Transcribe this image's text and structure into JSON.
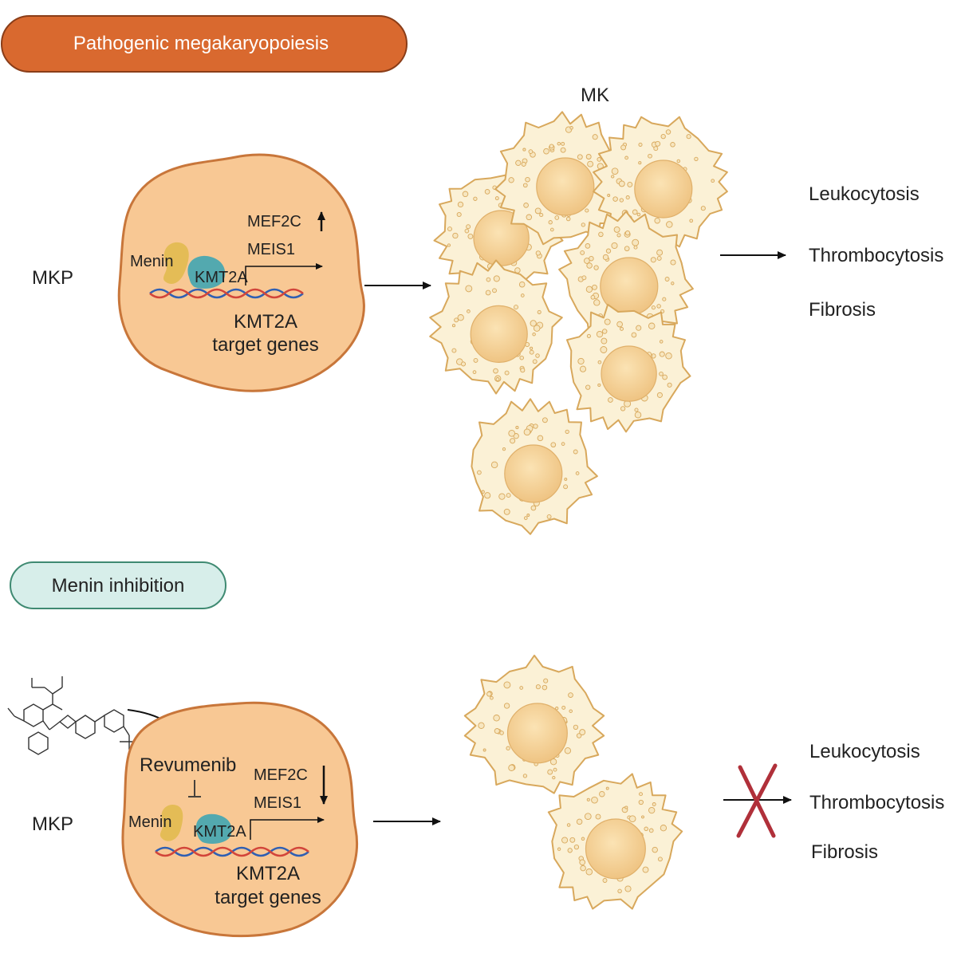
{
  "top": {
    "header": "Pathogenic megakaryopoiesis",
    "mkp_label": "MKP",
    "mk_label": "MK",
    "menin": "Menin",
    "kmt2a": "KMT2A",
    "gene1": "MEF2C",
    "gene2": "MEIS1",
    "target_line1": "KMT2A",
    "target_line2": "target genes",
    "outcomes": [
      "Leukocytosis",
      "Thrombocytosis",
      "Fibrosis"
    ]
  },
  "bottom": {
    "header": "Menin inhibition",
    "mkp_label": "MKP",
    "drug": "Revumenib",
    "menin": "Menin",
    "kmt2a": "KMT2A",
    "gene1": "MEF2C",
    "gene2": "MEIS1",
    "target_line1": "KMT2A",
    "target_line2": "target genes",
    "outcomes": [
      "Leukocytosis",
      "Thrombocytosis",
      "Fibrosis"
    ]
  },
  "colors": {
    "top_header_fill": "#d9692f",
    "bottom_header_fill": "#d7eeea",
    "cell_fill": "#f8c894",
    "cell_stroke": "#c8763a",
    "menin": "#e3bc52",
    "kmt2a": "#4aa8b0",
    "mk_fill": "#fbf1d6",
    "mk_stroke": "#d8a85c",
    "nucleus": "#f6d59c",
    "cross": "#b0303a"
  }
}
